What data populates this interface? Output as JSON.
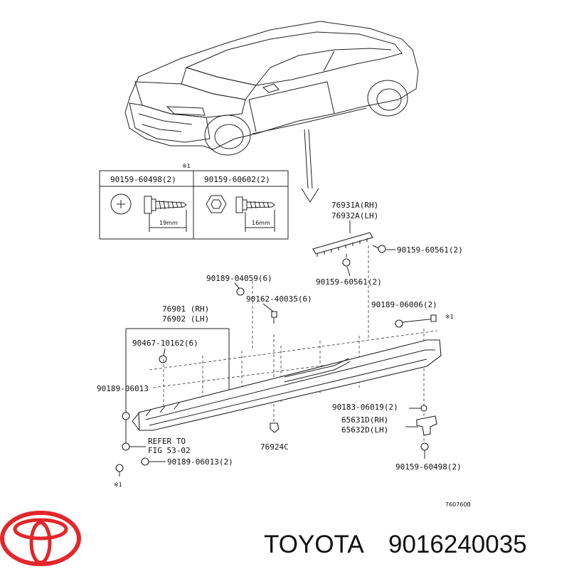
{
  "callouts": {
    "ref_mark_top": "※1",
    "bolt_a": "90159-60498(2)",
    "bolt_b": "90159-60602(2)",
    "dim_a": "19mm",
    "dim_b": "16mm",
    "part_76931a": "76931A(RH)",
    "part_76932a": "76932A(LH)",
    "part_90159_60561_r": "90159-60561(2)",
    "part_90159_60561_c": "90159-60561(2)",
    "part_90189_04059": "90189-04059(6)",
    "part_90162_40035": "90162-40035(6)",
    "part_76901": "76901 (RH)",
    "part_76902": "76902 (LH)",
    "part_90189_06006": "90189-06006(2)",
    "ref_mark_right": "※1",
    "part_90467_10162": "90467-10162(6)",
    "part_90189_06013_l": "90189-06013",
    "part_90183_06019": "90183-06019(2)",
    "part_65631d": "65631D(RH)",
    "part_65632d": "65632D(LH)",
    "refer_1": "REFER TO",
    "refer_2": "FIG 53-02",
    "part_76924c": "76924C",
    "part_90189_06013_b": "90189-06013(2)",
    "part_90159_60498_b": "90159-60498(2)",
    "ref_mark_bottom": "※1",
    "diagram_code": "760760B"
  },
  "brand": {
    "name": "TOYOTA",
    "part_number": "9016240035",
    "logo_color": "#e4262b"
  }
}
